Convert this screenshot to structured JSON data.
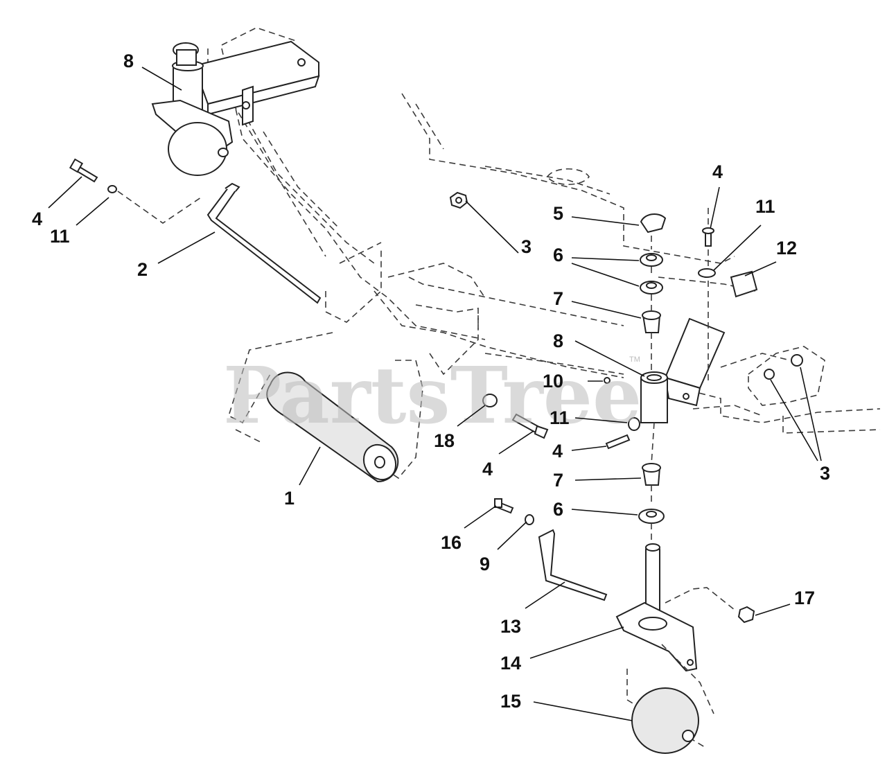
{
  "watermark": "PartsTree",
  "watermark_tm": "TM",
  "callouts": [
    {
      "id": "c1",
      "text": "1"
    },
    {
      "id": "c2",
      "text": "2"
    },
    {
      "id": "c3a",
      "text": "3"
    },
    {
      "id": "c3b",
      "text": "3"
    },
    {
      "id": "c4a",
      "text": "4"
    },
    {
      "id": "c4b",
      "text": "4"
    },
    {
      "id": "c4c",
      "text": "4"
    },
    {
      "id": "c4d",
      "text": "4"
    },
    {
      "id": "c5",
      "text": "5"
    },
    {
      "id": "c6a",
      "text": "6"
    },
    {
      "id": "c6b",
      "text": "6"
    },
    {
      "id": "c7a",
      "text": "7"
    },
    {
      "id": "c7b",
      "text": "7"
    },
    {
      "id": "c8a",
      "text": "8"
    },
    {
      "id": "c8b",
      "text": "8"
    },
    {
      "id": "c9",
      "text": "9"
    },
    {
      "id": "c10",
      "text": "10"
    },
    {
      "id": "c11a",
      "text": "11"
    },
    {
      "id": "c11b",
      "text": "11"
    },
    {
      "id": "c11c",
      "text": "11"
    },
    {
      "id": "c12",
      "text": "12"
    },
    {
      "id": "c13",
      "text": "13"
    },
    {
      "id": "c14",
      "text": "14"
    },
    {
      "id": "c15",
      "text": "15"
    },
    {
      "id": "c16",
      "text": "16"
    },
    {
      "id": "c17",
      "text": "17"
    },
    {
      "id": "c18",
      "text": "18"
    }
  ]
}
